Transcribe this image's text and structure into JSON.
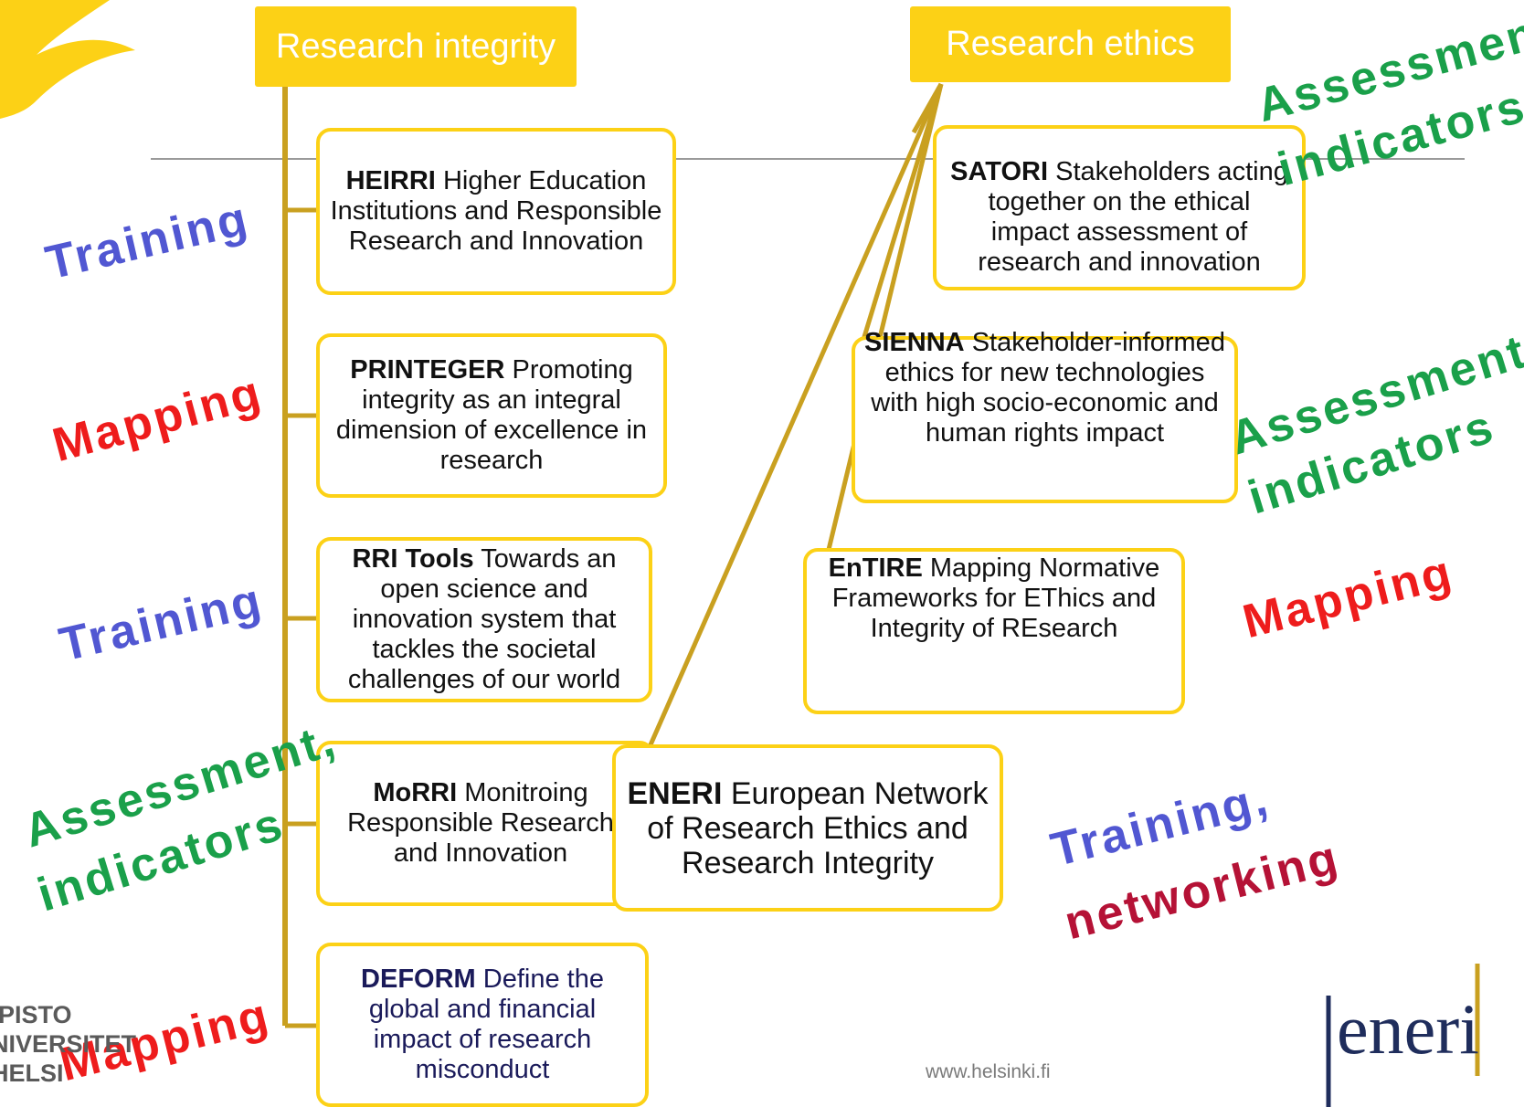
{
  "headers": {
    "integrity": "Research integrity",
    "ethics": "Research ethics"
  },
  "projects": {
    "heirri": {
      "acronym": "HEIRRI",
      "description": "Higher Education Institutions and Responsible Research and Innovation"
    },
    "printeger": {
      "acronym": "PRINTEGER",
      "description": "Promoting integrity as an integral dimension of excellence in research"
    },
    "rri_tools": {
      "acronym": "RRI Tools",
      "description": "Towards an open science and innovation system that tackles the societal challenges of our world"
    },
    "morri": {
      "acronym": "MoRRI",
      "description": "Monitroing Responsible Research and Innovation"
    },
    "deform": {
      "acronym": "DEFORM",
      "description": "Define the global and financial impact of research misconduct"
    },
    "satori": {
      "acronym": "SATORI",
      "description": "Stakeholders acting together on the ethical impact assessment of research and innovation"
    },
    "sienna": {
      "acronym": "SIENNA",
      "description": "Stakeholder-informed ethics for new technologies with high socio-economic and human rights impact"
    },
    "entire": {
      "acronym": "EnTIRE",
      "description": "Mapping Normative Frameworks for EThics and Integrity of REsearch"
    },
    "eneri": {
      "acronym": "ENERI",
      "description": "European Network of Research Ethics and Research Integrity"
    }
  },
  "tags": {
    "training_1": "Training",
    "mapping_1": "Mapping",
    "training_2": "Training",
    "assessment_left_1": "Assessment,",
    "assessment_left_2": "indicators",
    "mapping_2": "Mapping",
    "assessment_top_1": "Assessment",
    "assessment_top_2": "indicators",
    "assessment_mid_1": "Assessment,",
    "assessment_mid_2": "indicators",
    "mapping_right": "Mapping",
    "training_networking_1": "Training,",
    "training_networking_2": "networking"
  },
  "footer": {
    "url": "www.helsinki.fi",
    "university_lines": [
      "PISTO",
      "NIVERSITET",
      "HELSI"
    ],
    "logo_text": "eneri"
  },
  "colors": {
    "accent_yellow": "#fcd116",
    "connector": "#c9a020",
    "training_blue": "#5157d2",
    "mapping_red": "#ee1c1c",
    "assessment_green": "#1aa04a",
    "networking_maroon": "#b51236"
  }
}
